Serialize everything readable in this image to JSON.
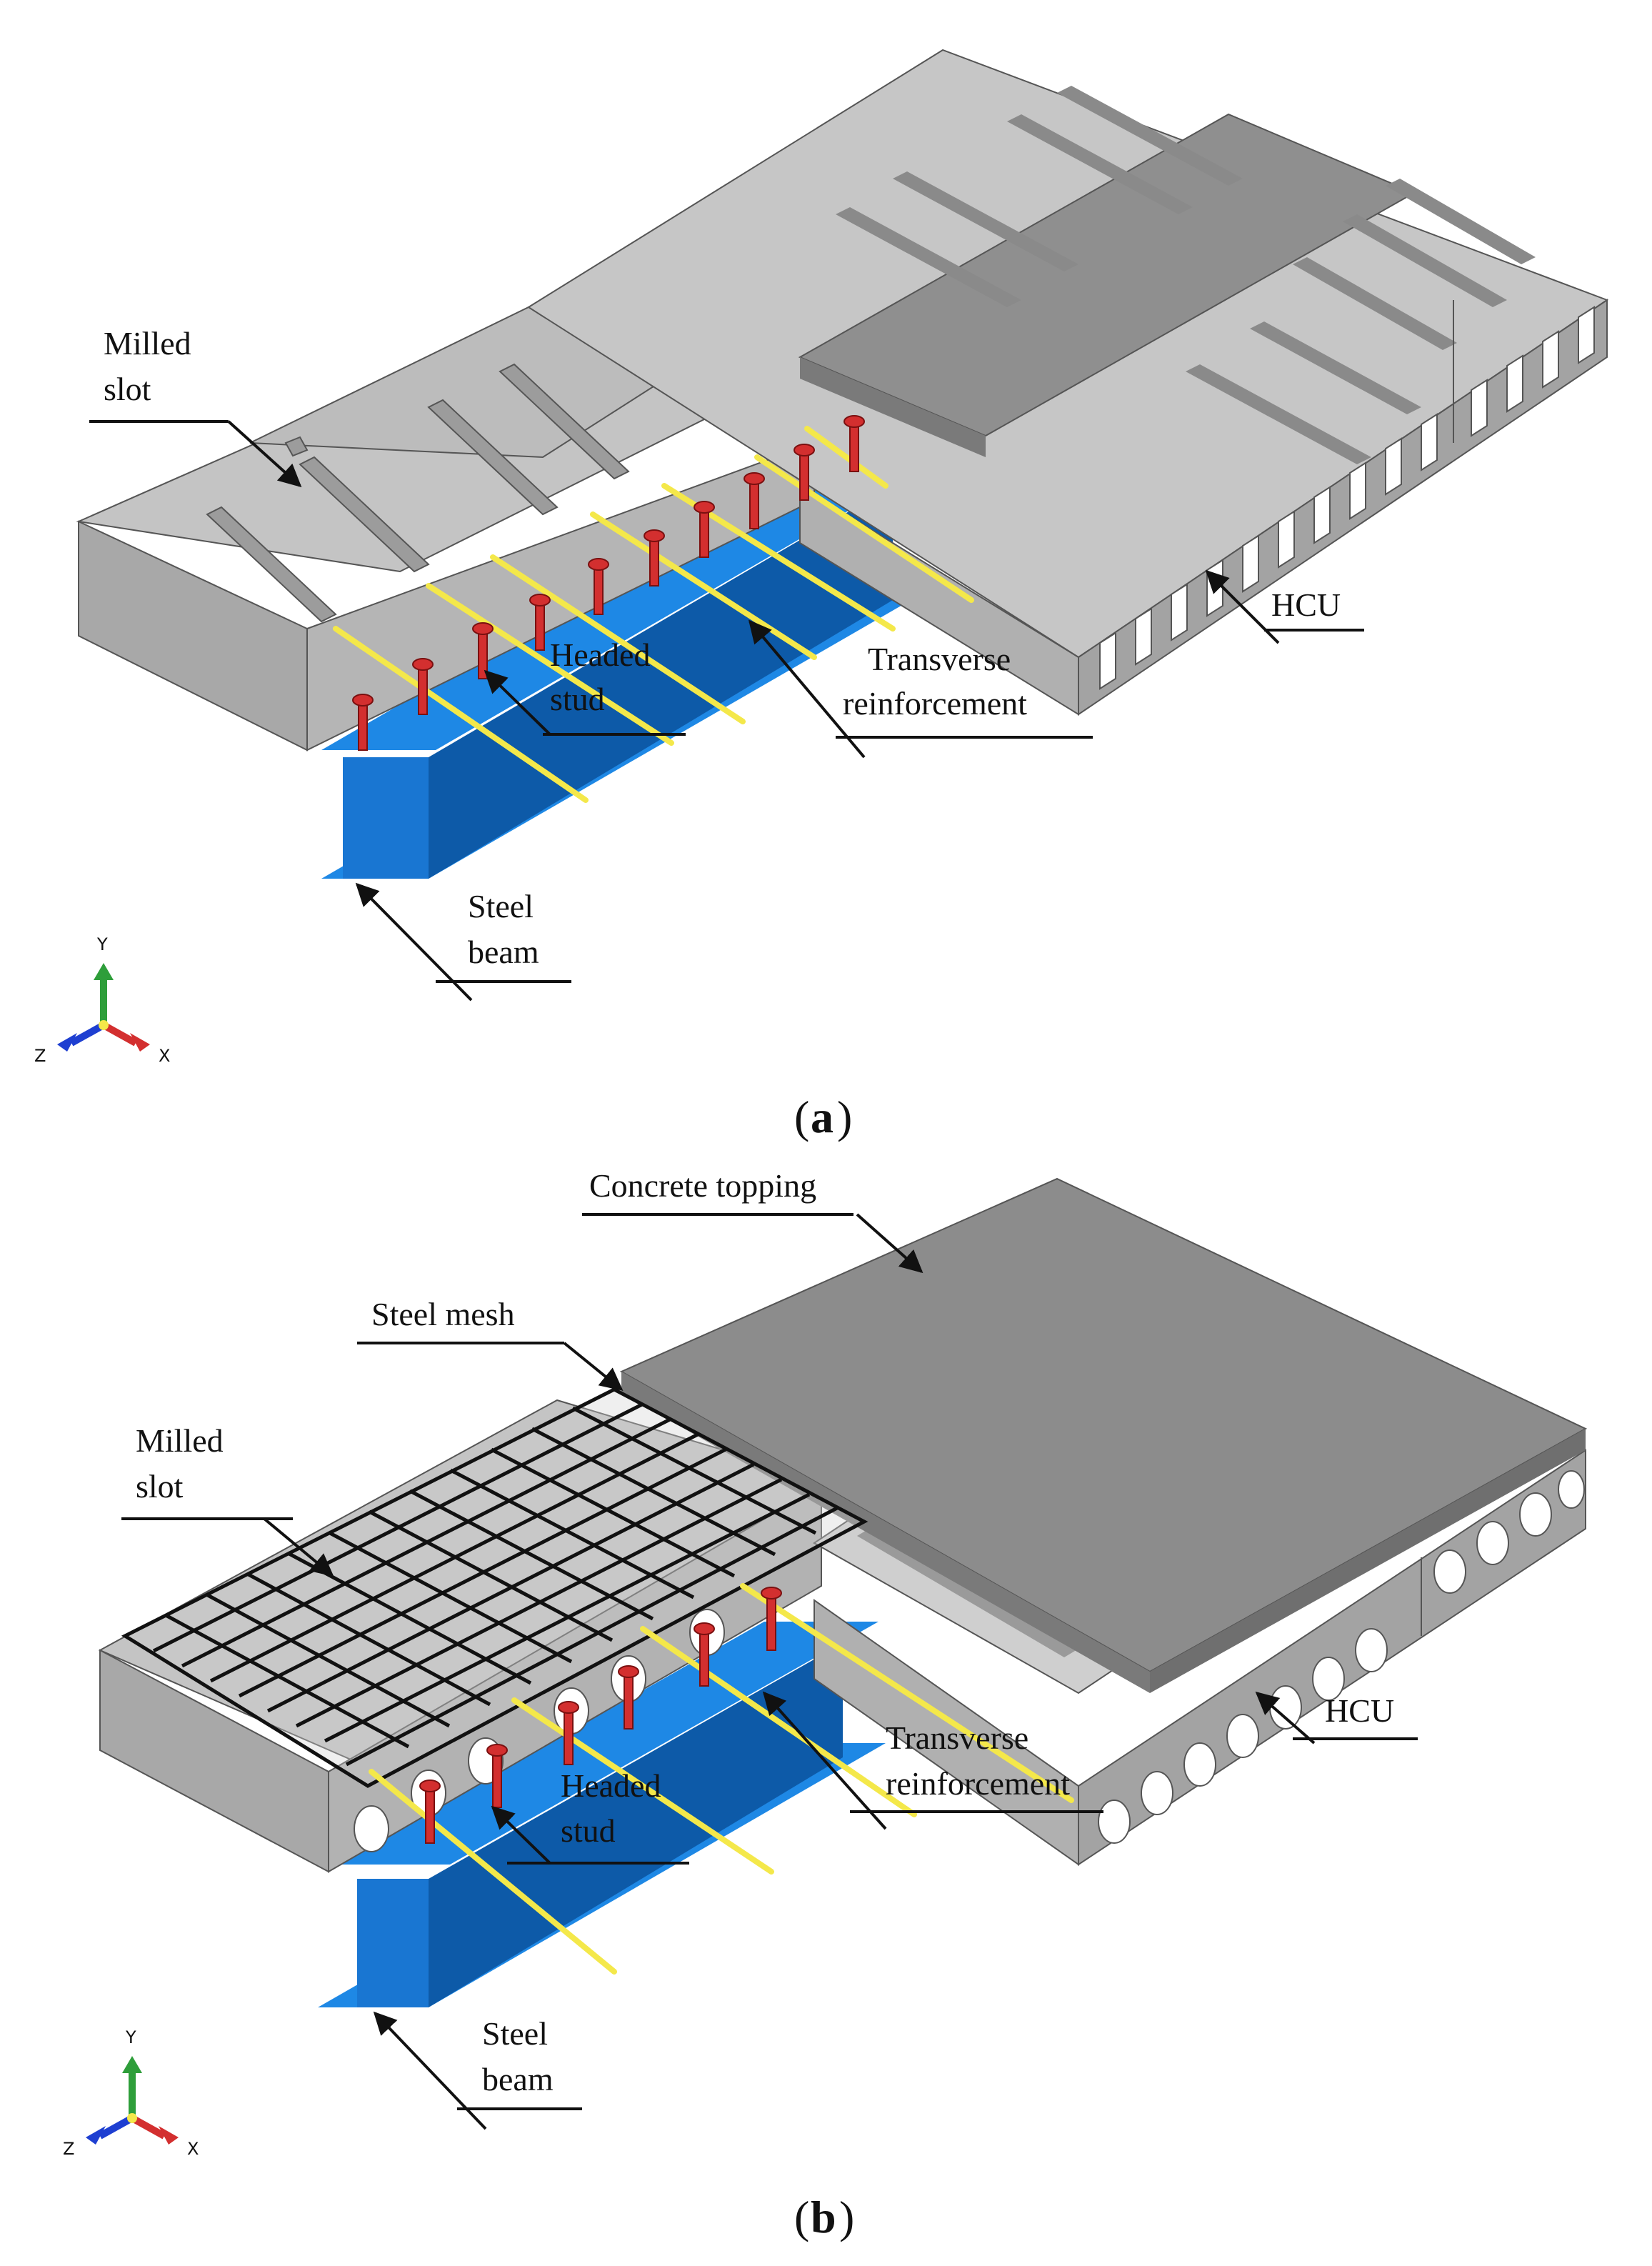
{
  "panel_a": {
    "caption_letter": "a",
    "labels": {
      "milled_slot_1": "Milled",
      "milled_slot_2": "slot",
      "hcu": "HCU",
      "headed_stud_1": "Headed",
      "headed_stud_2": "stud",
      "transverse_1": "Transverse",
      "transverse_2": "reinforcement",
      "steel_beam_1": "Steel",
      "steel_beam_2": "beam"
    },
    "axes": {
      "x": "X",
      "y": "Y",
      "z": "Z"
    }
  },
  "panel_b": {
    "caption_letter": "b",
    "labels": {
      "concrete_topping": "Concrete topping",
      "steel_mesh": "Steel mesh",
      "milled_slot_1": "Milled",
      "milled_slot_2": "slot",
      "hcu": "HCU",
      "headed_stud_1": "Headed",
      "headed_stud_2": "stud",
      "transverse_1": "Transverse",
      "transverse_2": "reinforcement",
      "steel_beam_1": "Steel",
      "steel_beam_2": "beam"
    },
    "axes": {
      "x": "X",
      "y": "Y",
      "z": "Z"
    }
  },
  "colors": {
    "concrete_light": "#c2c2c2",
    "concrete_top": "#bdbdbd",
    "concrete_side": "#a9a9a9",
    "topping": "#8c8c8c",
    "steel_blue": "#1e88e5",
    "steel_dark": "#0d5aa8",
    "stud_red": "#d32f2f",
    "rebar_yellow": "#f4e84a",
    "axis_x": "#d32f2f",
    "axis_y": "#2e9e3a",
    "axis_z": "#1e3fd1"
  }
}
